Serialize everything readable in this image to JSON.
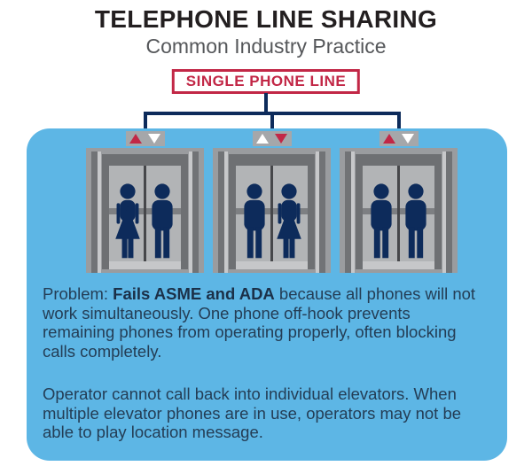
{
  "header": {
    "title": "TELEPHONE LINE SHARING",
    "subtitle": "Common Industry Practice"
  },
  "line_label": {
    "text": "SINGLE PHONE LINE"
  },
  "elevators": [
    {
      "name": "elevator-1",
      "indicator": {
        "up": "red",
        "down": "white"
      },
      "occupants": [
        "woman",
        "man"
      ]
    },
    {
      "name": "elevator-2",
      "indicator": {
        "up": "white",
        "down": "red"
      },
      "occupants": [
        "man",
        "woman"
      ]
    },
    {
      "name": "elevator-3",
      "indicator": {
        "up": "red",
        "down": "white"
      },
      "occupants": [
        "man",
        "man"
      ]
    }
  ],
  "problem": {
    "prefix": "Problem: ",
    "bold": "Fails ASME and ADA",
    "rest": " because all phones will not\nwork simultaneously. One phone off-hook prevents\nremaining phones from operating properly, often blocking\ncalls completely."
  },
  "operator_note": "Operator cannot call back into individual elevators. When\nmultiple elevator phones are in use, operators may not be\nable to play location message.",
  "colors": {
    "accent_crimson": "#c22746",
    "connector_navy": "#0d2b5b",
    "panel_blue": "#5db6e5",
    "body_text": "#243d55",
    "title_black": "#231f20",
    "subtitle_gray": "#55575a",
    "elevator_gray": "#9a9c9f",
    "indicator_gray": "#a5a7aa"
  }
}
